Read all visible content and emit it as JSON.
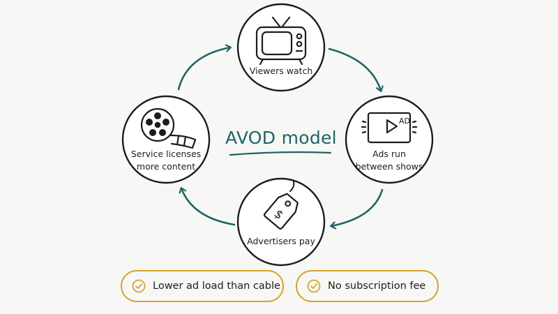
{
  "title": "AVOD model",
  "nodes": {
    "viewers": {
      "label": "Viewers watch"
    },
    "ads": {
      "label_lines": [
        "Ads run",
        "between shows"
      ],
      "badge": "AD"
    },
    "advertisers": {
      "label": "Advertisers pay",
      "tag_symbol": "$"
    },
    "service": {
      "label_lines": [
        "Service licenses",
        "more content"
      ]
    }
  },
  "benefits": [
    {
      "text": "Lower ad load than cable"
    },
    {
      "text": "No subscription fee"
    }
  ],
  "colors": {
    "accent_teal": "#1f6468",
    "accent_gold": "#d4a52a",
    "ink": "#1c1c1c",
    "background": "#f7f7f6"
  },
  "icons": {
    "viewers": "tv-icon",
    "ads": "video-ad-icon",
    "advertisers": "price-tag-icon",
    "service": "film-reel-icon",
    "benefit": "check-circle-icon"
  }
}
